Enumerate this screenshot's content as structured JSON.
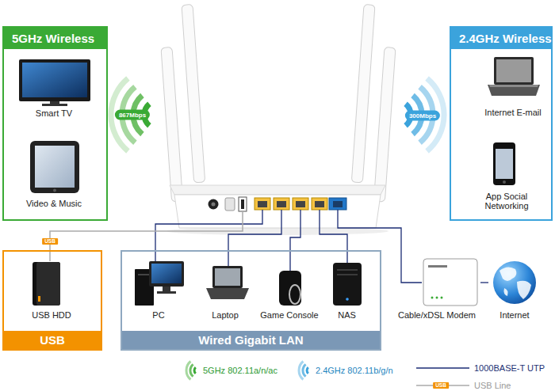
{
  "diagram": {
    "nodes": [
      {
        "text": [
          "5GHz Wireless"
        ]
      },
      {
        "text": [
          "Smart TV"
        ],
        "in": 0
      },
      {
        "text": [
          "Video & Music"
        ],
        "in": 0
      },
      {
        "text": [
          "2.4GHz Wireless"
        ]
      },
      {
        "text": [
          "Internet E-mail"
        ],
        "in": 3
      },
      {
        "text": [
          "App Social Networking"
        ],
        "in": 3
      },
      {
        "text": [
          "USB"
        ]
      },
      {
        "text": [
          "USB HDD"
        ],
        "in": 6
      },
      {
        "text": [
          "Wired Gigabit LAN"
        ]
      },
      {
        "text": [
          "PC"
        ],
        "in": 8
      },
      {
        "text": [
          "Laptop"
        ],
        "in": 8
      },
      {
        "text": [
          "Game Console"
        ],
        "in": 8
      },
      {
        "text": [
          "NAS"
        ],
        "in": 8
      },
      {
        "text": [
          "Cable/xDSL Modem"
        ]
      },
      {
        "text": [
          "Internet"
        ]
      }
    ],
    "edges": [
      {
        "from": 13,
        "to": 14,
        "arrow": "none"
      }
    ],
    "labels": [
      "867Mbps",
      "300Mbps",
      "USB",
      "USB"
    ],
    "legend": [
      {
        "text": "5GHz 802.11a/n/ac"
      },
      {
        "text": "2.4GHz 802.11b/g/n"
      },
      {
        "text": "1000BASE-T UTP"
      },
      {
        "text": "USB Line"
      }
    ]
  }
}
